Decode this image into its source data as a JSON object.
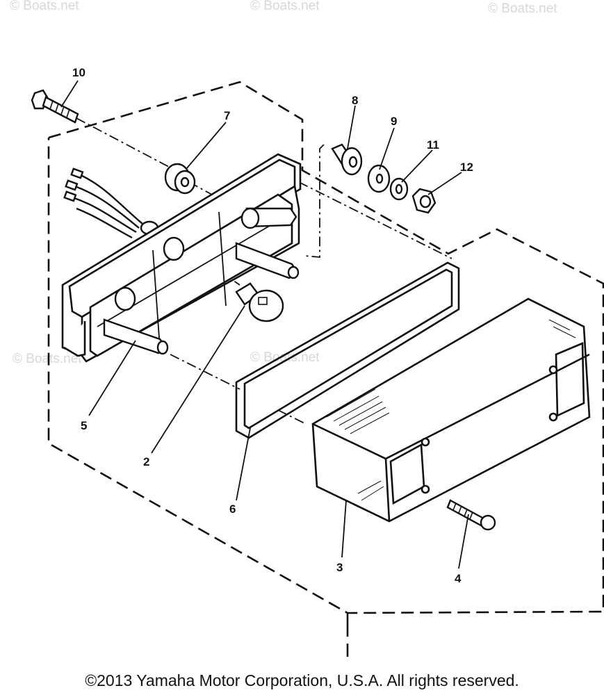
{
  "diagram": {
    "copyright": "©2013 Yamaha Motor Corporation, U.S.A. All rights reserved.",
    "watermark": "© Boats.net",
    "parts": [
      {
        "id": "10",
        "label": "10"
      },
      {
        "id": "7",
        "label": "7"
      },
      {
        "id": "8",
        "label": "8"
      },
      {
        "id": "9",
        "label": "9"
      },
      {
        "id": "11",
        "label": "11"
      },
      {
        "id": "12",
        "label": "12"
      },
      {
        "id": "5",
        "label": "5"
      },
      {
        "id": "2",
        "label": "2"
      },
      {
        "id": "6",
        "label": "6"
      },
      {
        "id": "3",
        "label": "3"
      },
      {
        "id": "4",
        "label": "4"
      }
    ],
    "colors": {
      "ink": "#111111",
      "watermark": "#d7d7d7",
      "background": "#ffffff"
    }
  }
}
